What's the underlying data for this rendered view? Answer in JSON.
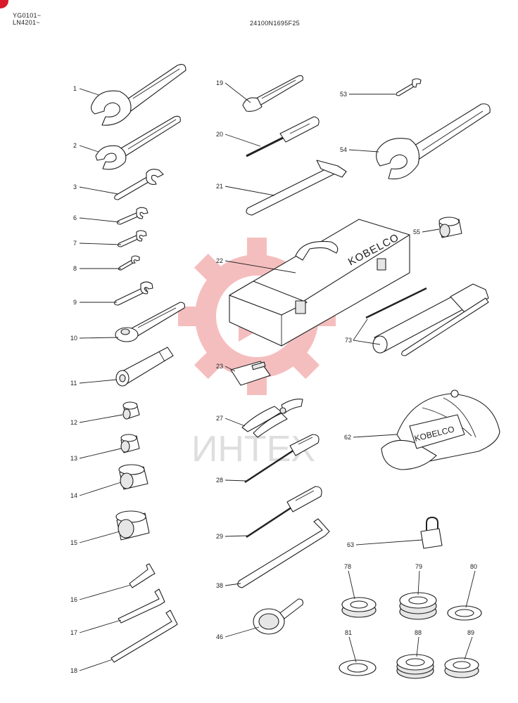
{
  "header": {
    "model_lines": [
      "YG0101~",
      "LN4201~"
    ],
    "drawing_number": "24100N1695F25"
  },
  "watermark": {
    "text": "ИНТЕХ",
    "color": "#f4b3b3"
  },
  "brand_text": "KOBELCO",
  "toolbox_band_text": "KOBELCO",
  "accent_color": "#d8192b",
  "part_labels": {
    "p1": "1",
    "p2": "2",
    "p3": "3",
    "p6": "6",
    "p7": "7",
    "p8": "8",
    "p9": "9",
    "p10": "10",
    "p11": "11",
    "p12": "12",
    "p13": "13",
    "p14": "14",
    "p15": "15",
    "p16": "16",
    "p17": "17",
    "p18": "18",
    "p19": "19",
    "p20": "20",
    "p21": "21",
    "p22": "22",
    "p23": "23",
    "p27": "27",
    "p28": "28",
    "p29": "29",
    "p38": "38",
    "p46": "46",
    "p53": "53",
    "p54": "54",
    "p55": "55",
    "p62": "62",
    "p63": "63",
    "p73": "73",
    "p78": "78",
    "p79": "79",
    "p80": "80",
    "p81": "81",
    "p88": "88",
    "p89": "89"
  }
}
